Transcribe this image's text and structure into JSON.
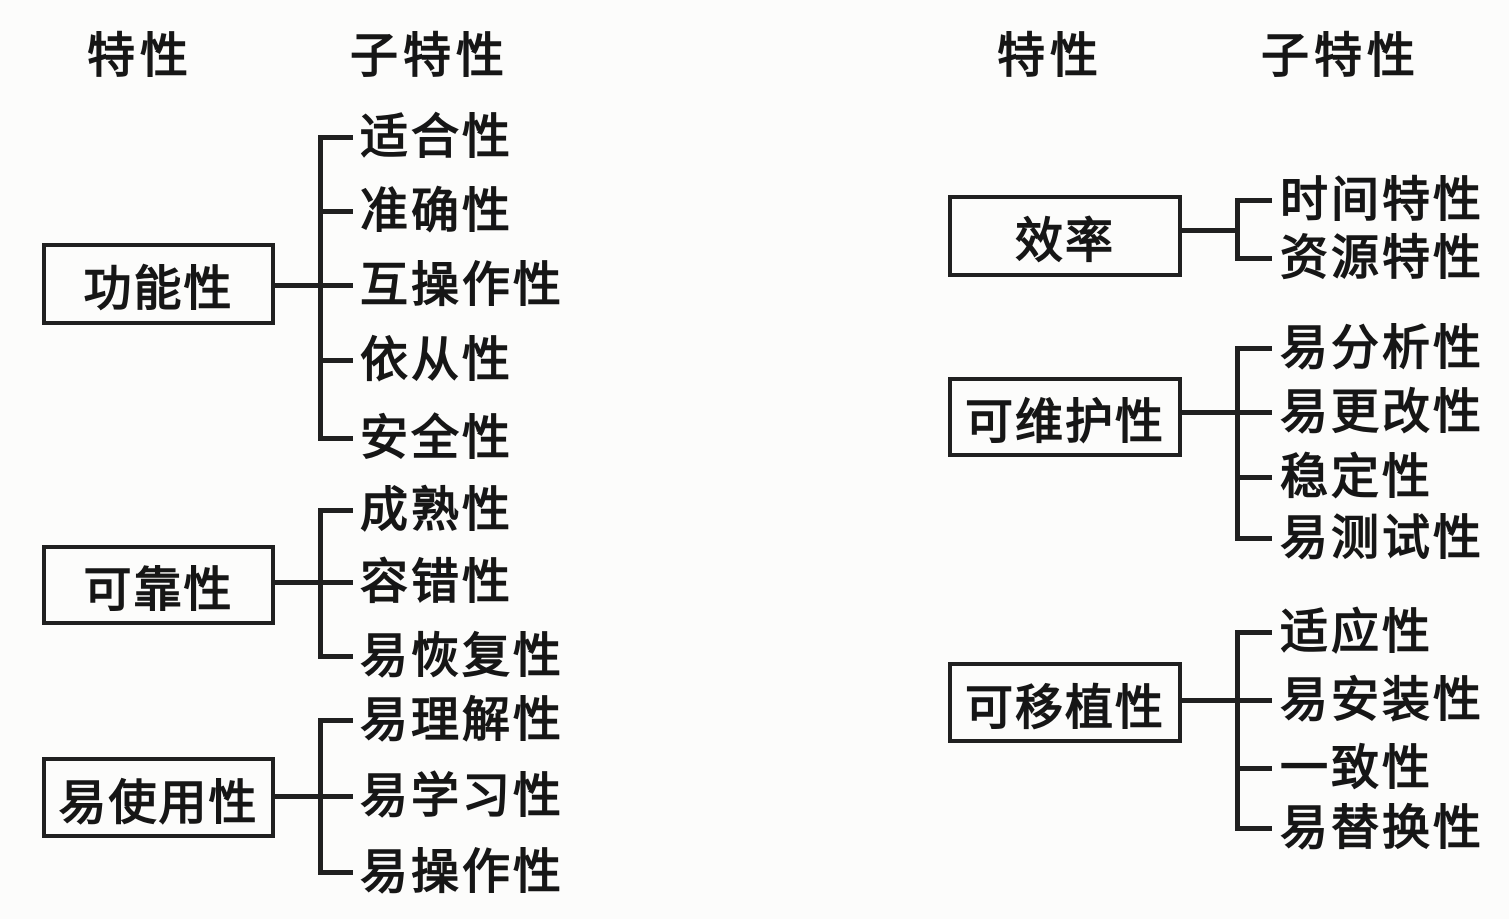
{
  "diagram": {
    "title_meaning": "软件质量特性与子特性",
    "colors": {
      "line": "#202020",
      "background": "#fcfcfb",
      "text": "#161616"
    },
    "left": {
      "headers": {
        "characteristic": "特性",
        "subcharacteristic": "子特性"
      },
      "groups": [
        {
          "label": "功能性",
          "items": [
            "适合性",
            "准确性",
            "互操作性",
            "依从性",
            "安全性"
          ]
        },
        {
          "label": "可靠性",
          "items": [
            "成熟性",
            "容错性",
            "易恢复性"
          ]
        },
        {
          "label": "易使用性",
          "items": [
            "易理解性",
            "易学习性",
            "易操作性"
          ]
        }
      ]
    },
    "right": {
      "headers": {
        "characteristic": "特性",
        "subcharacteristic": "子特性"
      },
      "groups": [
        {
          "label": "效率",
          "items": [
            "时间特性",
            "资源特性"
          ]
        },
        {
          "label": "可维护性",
          "items": [
            "易分析性",
            "易更改性",
            "稳定性",
            "易测试性"
          ]
        },
        {
          "label": "可移植性",
          "items": [
            "适应性",
            "易安装性",
            "一致性",
            "易替换性"
          ]
        }
      ]
    }
  }
}
